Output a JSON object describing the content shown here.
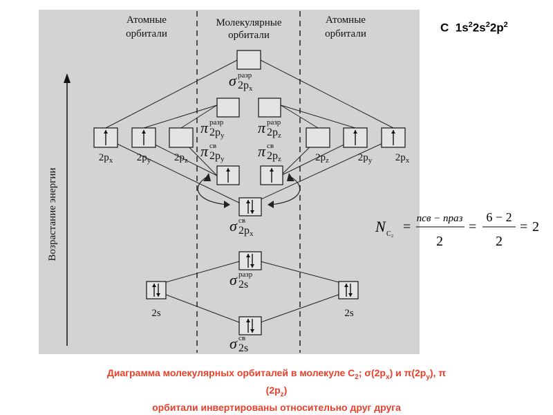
{
  "header": {
    "left_atomic": [
      "Атомные",
      "орбитали"
    ],
    "center_molecular": [
      "Молекулярные",
      "орбитали"
    ],
    "right_atomic": [
      "Атомные",
      "орбитали"
    ]
  },
  "y_axis_label": "Возрастание энергии",
  "electron_config": {
    "element": "C",
    "parts": [
      [
        "1s",
        "2"
      ],
      [
        "2s",
        "2"
      ],
      [
        "2p",
        "2"
      ]
    ]
  },
  "left_atomic_orbitals": [
    {
      "label": "2px",
      "electrons": 1
    },
    {
      "label": "2py",
      "electrons": 1
    },
    {
      "label": "2pz",
      "electrons": 0
    },
    {
      "label": "2s",
      "electrons": 2
    }
  ],
  "right_atomic_orbitals": [
    {
      "label": "2px",
      "electrons": 1
    },
    {
      "label": "2py",
      "electrons": 1
    },
    {
      "label": "2pz",
      "electrons": 0
    },
    {
      "label": "2s",
      "electrons": 2
    }
  ],
  "molecular_orbitals": [
    {
      "symbol": "σ",
      "sup": "разр",
      "sub": "2px",
      "electrons": 0
    },
    {
      "symbol": "π",
      "sup": "разр",
      "sub": "2py",
      "electrons": 0
    },
    {
      "symbol": "π",
      "sup": "разр",
      "sub": "2pz",
      "electrons": 0
    },
    {
      "symbol": "π",
      "sup": "св",
      "sub": "2py",
      "electrons": 1
    },
    {
      "symbol": "π",
      "sup": "св",
      "sub": "2pz",
      "electrons": 1
    },
    {
      "symbol": "σ",
      "sup": "св",
      "sub": "2px",
      "electrons": 2
    },
    {
      "symbol": "σ",
      "sup": "разр",
      "sub": "2s",
      "electrons": 2
    },
    {
      "symbol": "σ",
      "sup": "св",
      "sub": "2s",
      "electrons": 2
    }
  ],
  "formula": {
    "lhs": "N",
    "lhs_sub": "C₂",
    "num": "nсв − nраз",
    "num2": "6 − 2",
    "den": "2",
    "result": "2"
  },
  "caption": {
    "line1_a": "Диаграмма молекулярных орбиталей в молекуле С",
    "line1_sub": "2",
    "line1_b": "; σ(2p",
    "line1_sub2": "x",
    "line1_c": ") и π(2p",
    "line1_sub3": "y",
    "line1_d": "), π",
    "line2_a": "(2p",
    "line2_sub": "z",
    "line2_b": ")",
    "line3": "орбитали инвертированы относительно друг друга"
  }
}
